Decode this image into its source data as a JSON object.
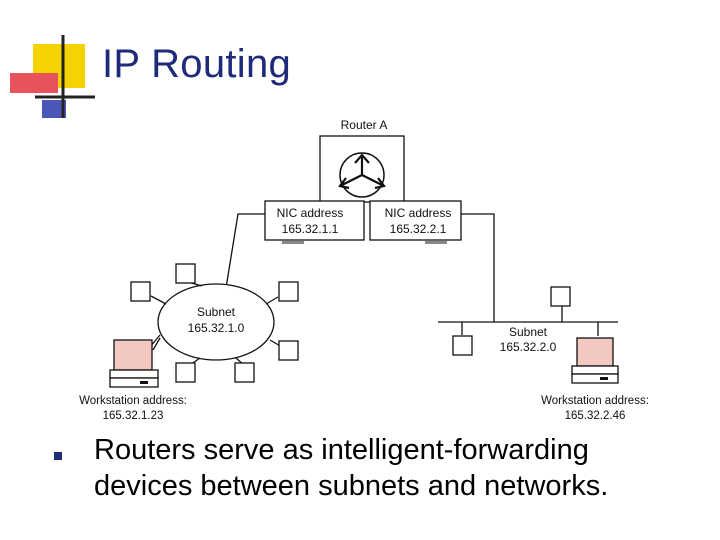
{
  "slide": {
    "title": "IP Routing",
    "bullet": "Routers serve as intelligent-forwarding devices between subnets and networks."
  },
  "diagram": {
    "router": {
      "label": "Router A",
      "nic_left": {
        "label": "NIC address",
        "address": "165.32.1.1"
      },
      "nic_right": {
        "label": "NIC address",
        "address": "165.32.2.1"
      }
    },
    "subnet_left": {
      "label": "Subnet",
      "address": "165.32.1.0"
    },
    "subnet_right": {
      "label": "Subnet",
      "address": "165.32.2.0"
    },
    "workstation_left": {
      "label": "Workstation address:",
      "address": "165.32.1.23"
    },
    "workstation_right": {
      "label": "Workstation address:",
      "address": "165.32.2.46"
    }
  },
  "colors": {
    "title": "#1f2a7a",
    "logo_yellow": "#f5d300",
    "logo_red": "#e8525a",
    "logo_blue": "#4a56b8",
    "monitor_screen": "#f2c8c0"
  }
}
